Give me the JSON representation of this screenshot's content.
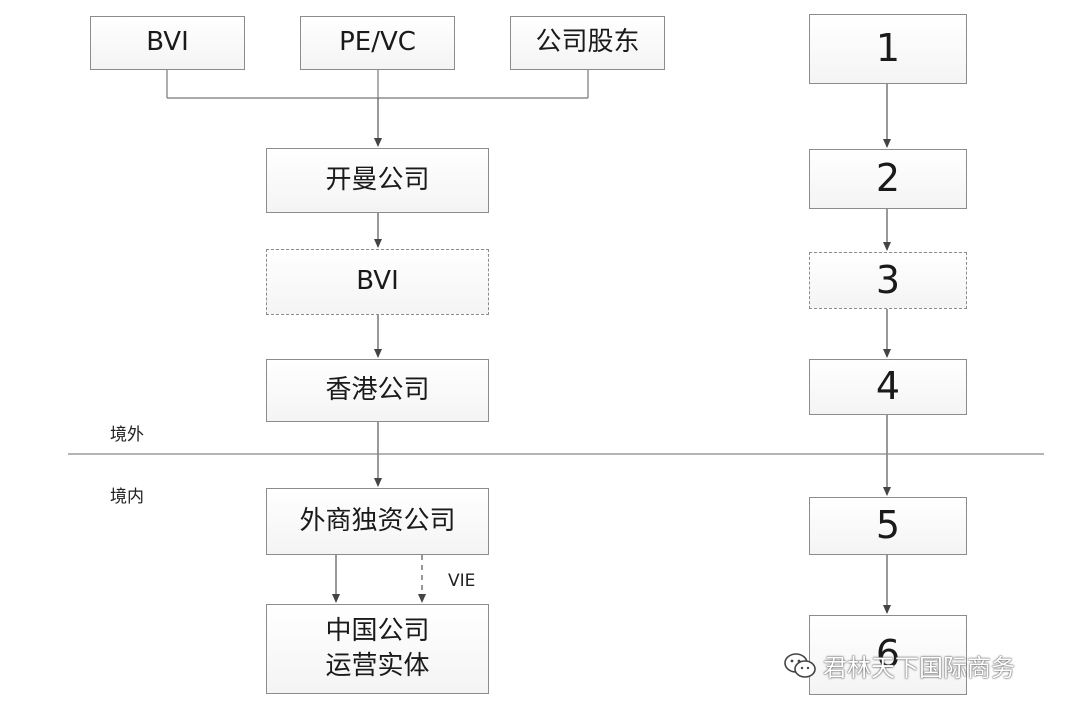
{
  "top_sources": [
    "BVI",
    "PE/VC",
    "公司股东"
  ],
  "chain": {
    "cayman": "开曼公司",
    "bvi": "BVI",
    "hongkong": "香港公司",
    "wfoe": "外商独资公司",
    "china_entity_line1": "中国公司",
    "china_entity_line2": "运营实体"
  },
  "zones": {
    "offshore": "境外",
    "onshore": "境内"
  },
  "vie_label": "VIE",
  "steps": [
    "1",
    "2",
    "3",
    "4",
    "5",
    "6"
  ],
  "watermark": "君林天下国际商务"
}
